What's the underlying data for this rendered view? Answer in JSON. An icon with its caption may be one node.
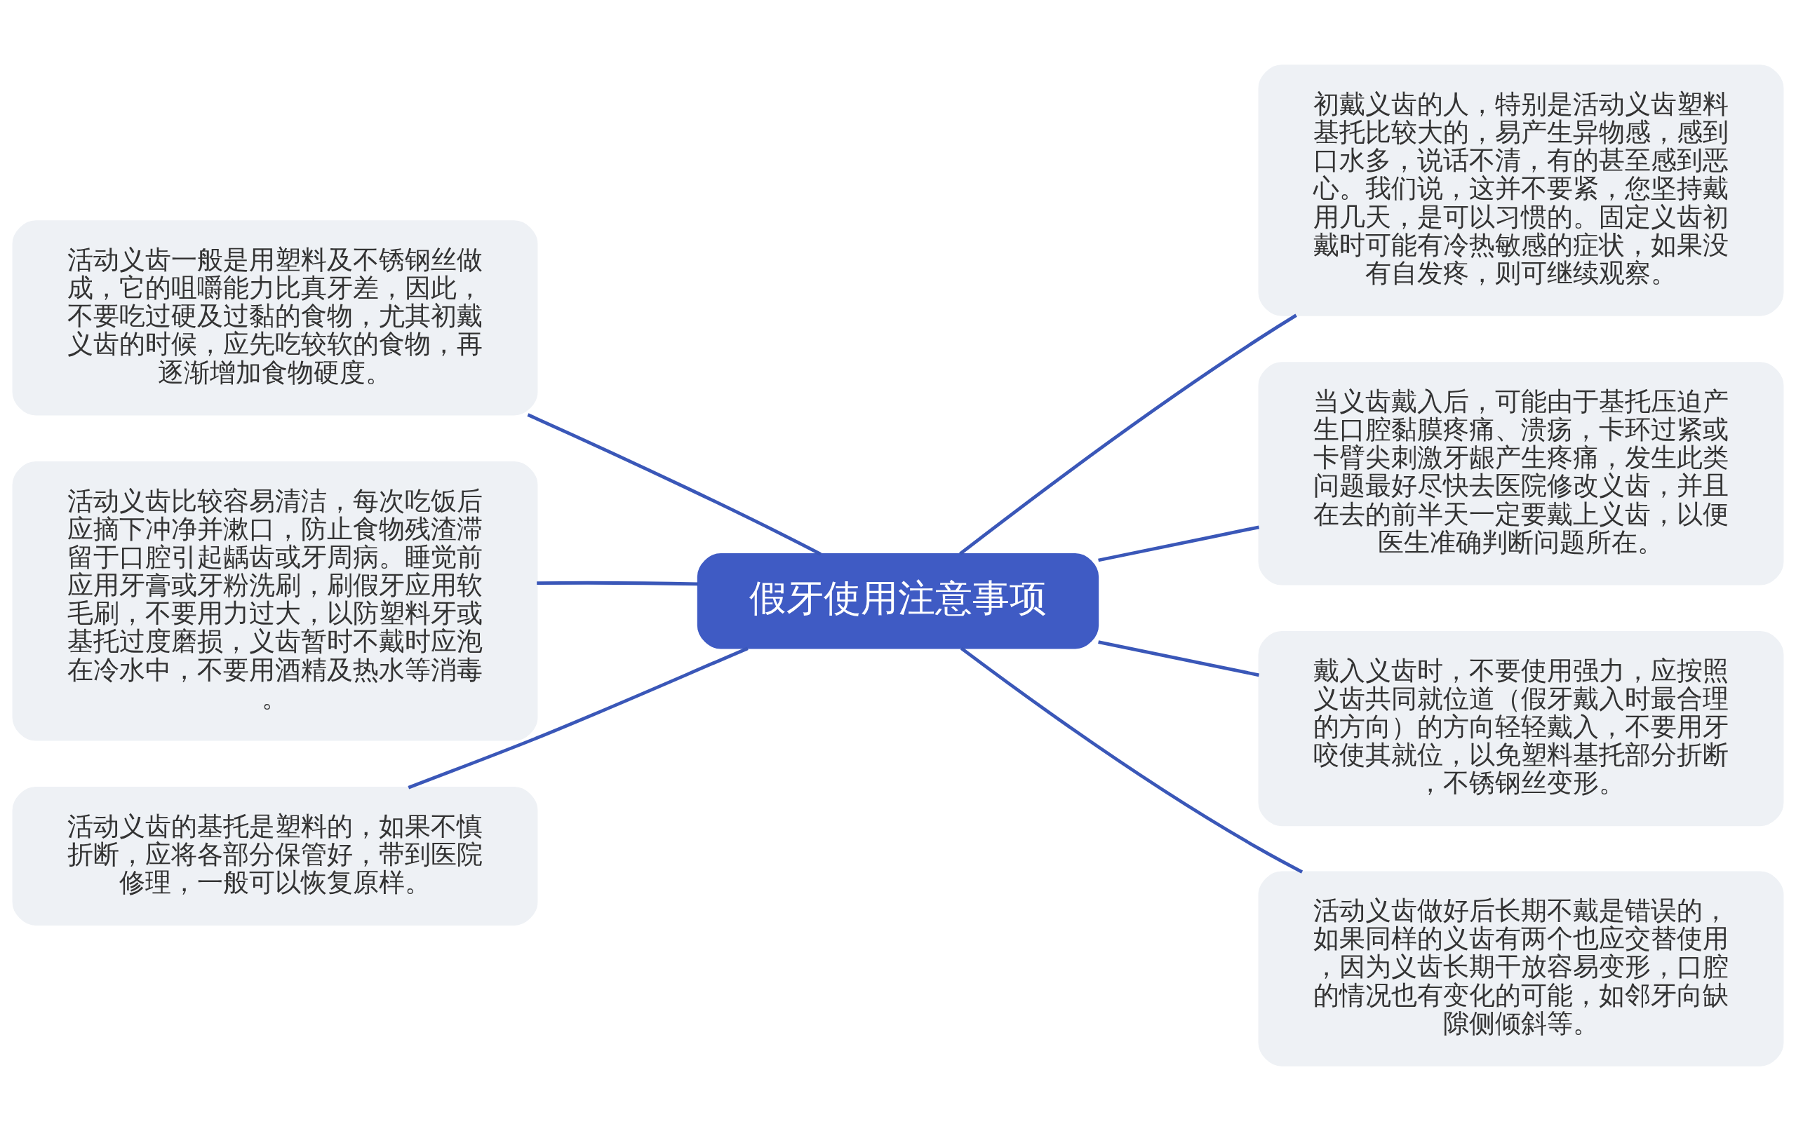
{
  "diagram": {
    "nodes": [
      {
        "text": [
          "假牙使用注意事项"
        ]
      },
      {
        "text": [
          "活动义齿一般是用塑料及不锈钢丝做成，它的咀嚼能力比真牙差，因此，不要吃过硬及过黏的食物，尤其初戴义齿的时候，应先吃较软的食物，再逐渐增加食物硬度。"
        ]
      },
      {
        "text": [
          "活动义齿比较容易清洁，每次吃饭后应摘下冲净并漱口，防止食物残渣滞留于口腔引起龋齿或牙周病。睡觉前应用牙膏或牙粉洗刷，刷假牙应用软毛刷，不要用力过大，以防塑料牙或基托过度磨损，义齿暂时不戴时应泡在冷水中，不要用酒精及热水等消毒。"
        ]
      },
      {
        "text": [
          "活动义齿的基托是塑料的，如果不慎折断，应将各部分保管好，带到医院修理，一般可以恢复原样。"
        ]
      },
      {
        "text": [
          "初戴义齿的人，特别是活动义齿塑料基托比较大的，易产生异物感，感到口水多，说话不清，有的甚至感到恶心。我们说，这并不要紧，您坚持戴用几天，是可以习惯的。固定义齿初戴时可能有冷热敏感的症状，如果没有自发疼，则可继续观察。"
        ]
      },
      {
        "text": [
          "当义齿戴入后，可能由于基托压迫产生口腔黏膜疼痛、溃疡，卡环过紧或卡臂尖刺激牙龈产生疼痛，发生此类问题最好尽快去医院修改义齿，并且在去的前半天一定要戴上义齿，以便医生准确判断问题所在。"
        ]
      },
      {
        "text": [
          "戴入义齿时，不要使用强力，应按照义齿共同就位道（假牙戴入时最合理的方向）的方向轻轻戴入，不要用牙咬使其就位，以免塑料基托部分折断，不锈钢丝变形。"
        ]
      },
      {
        "text": [
          "活动义齿做好后长期不戴是错误的，如果同样的义齿有两个也应交替使用，因为义齿长期干放容易变形，口腔的情况也有变化的可能，如邻牙向缺隙侧倾斜等。"
        ]
      }
    ],
    "edges": [
      {
        "from": 0,
        "to": 1,
        "arrow": "none"
      },
      {
        "from": 0,
        "to": 2,
        "arrow": "none"
      },
      {
        "from": 0,
        "to": 3,
        "arrow": "none"
      },
      {
        "from": 0,
        "to": 4,
        "arrow": "none"
      },
      {
        "from": 0,
        "to": 5,
        "arrow": "none"
      },
      {
        "from": 0,
        "to": 6,
        "arrow": "none"
      },
      {
        "from": 0,
        "to": 7,
        "arrow": "none"
      }
    ]
  }
}
